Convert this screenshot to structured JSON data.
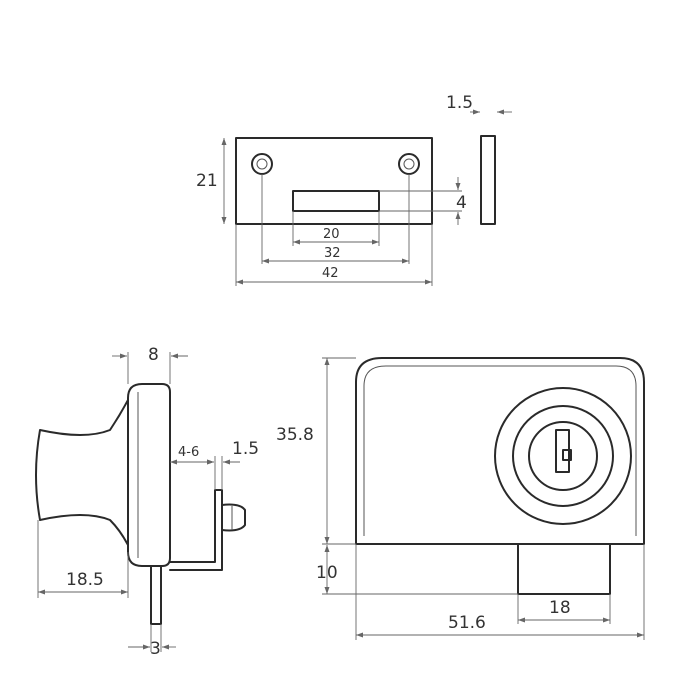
{
  "dimensions": {
    "plate_height": "21",
    "plate_thickness": "1.5",
    "slot_height": "4",
    "slot_width": "20",
    "hole_spacing": "32",
    "plate_width": "42",
    "body_depth": "8",
    "glass_thickness": "4-6",
    "bracket_thickness": "1.5",
    "knob_length": "18.5",
    "pin_width": "3",
    "housing_height": "35.8",
    "bolt_height": "10",
    "bolt_width": "18",
    "housing_width": "51.6"
  }
}
